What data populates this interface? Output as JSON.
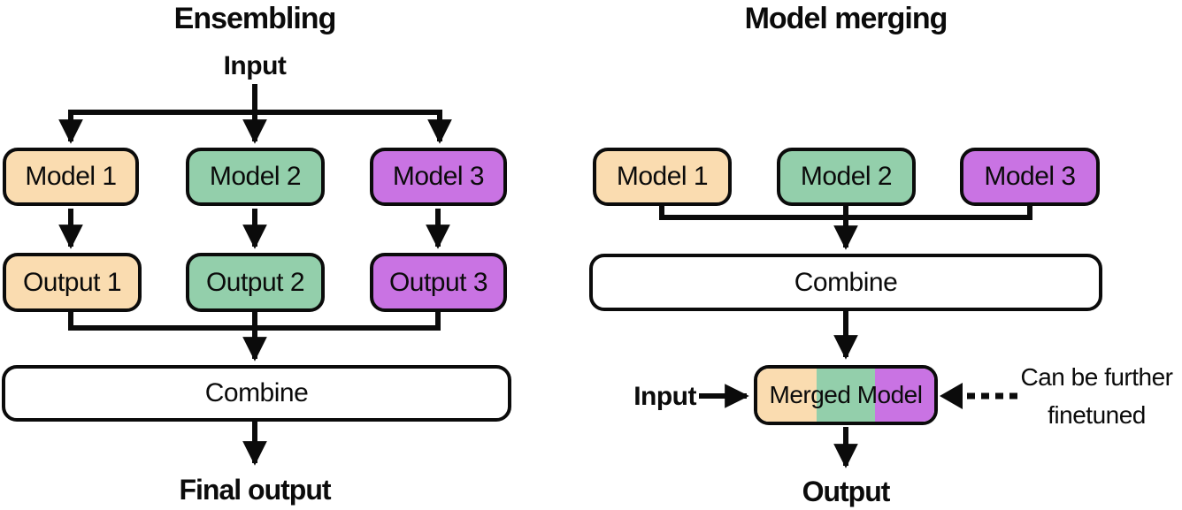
{
  "colors": {
    "peach": "#fadcb0",
    "green": "#93cfab",
    "purple": "#c973e3",
    "line": "#0b0b0b",
    "box_border": "#0b0b0b",
    "text": "#0b0b0b",
    "background": "#ffffff"
  },
  "ensembling": {
    "title": "Ensembling",
    "input_label": "Input",
    "models": [
      {
        "label": "Model 1",
        "color": "peach"
      },
      {
        "label": "Model 2",
        "color": "green"
      },
      {
        "label": "Model 3",
        "color": "purple"
      }
    ],
    "outputs": [
      {
        "label": "Output 1",
        "color": "peach"
      },
      {
        "label": "Output 2",
        "color": "green"
      },
      {
        "label": "Output 3",
        "color": "purple"
      }
    ],
    "combine_label": "Combine",
    "final_output_label": "Final output"
  },
  "model_merging": {
    "title": "Model merging",
    "models": [
      {
        "label": "Model 1",
        "color": "peach"
      },
      {
        "label": "Model 2",
        "color": "green"
      },
      {
        "label": "Model 3",
        "color": "purple"
      }
    ],
    "combine_label": "Combine",
    "merged_model": {
      "label": "Merged Model",
      "band_colors": [
        "peach",
        "green",
        "purple"
      ]
    },
    "input_label": "Input",
    "output_label": "Output",
    "annotation": "Can be further finetuned"
  }
}
